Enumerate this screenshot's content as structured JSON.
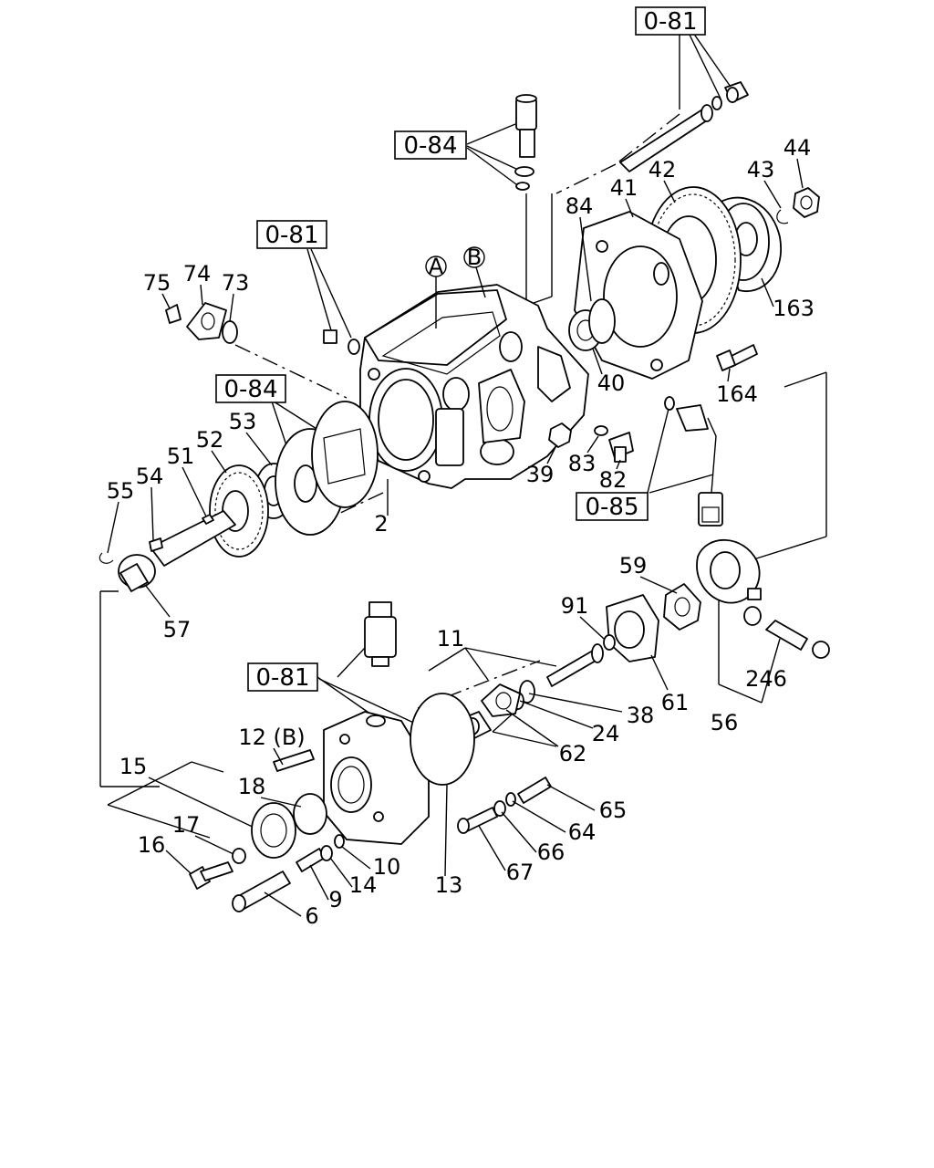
{
  "reference_boxes": [
    "0-81",
    "0-84",
    "0-81",
    "0-84",
    "0-85",
    "0-81"
  ],
  "view_tags": [
    "A",
    "B"
  ],
  "part_numbers": [
    "44",
    "43",
    "42",
    "41",
    "84",
    "163",
    "164",
    "40",
    "39",
    "83",
    "82",
    "75",
    "74",
    "73",
    "53",
    "52",
    "51",
    "54",
    "55",
    "57",
    "2",
    "59",
    "91",
    "11",
    "61",
    "246",
    "56",
    "38",
    "24",
    "62",
    "12 (B)",
    "15",
    "18",
    "17",
    "16",
    "10",
    "14",
    "9",
    "6",
    "13",
    "65",
    "64",
    "66",
    "67"
  ],
  "icons": [
    "injection-pump-housing-icon",
    "gear-icon",
    "bearing-icon",
    "shaft-icon",
    "solenoid-icon",
    "connector-icon",
    "bolt-icon"
  ]
}
